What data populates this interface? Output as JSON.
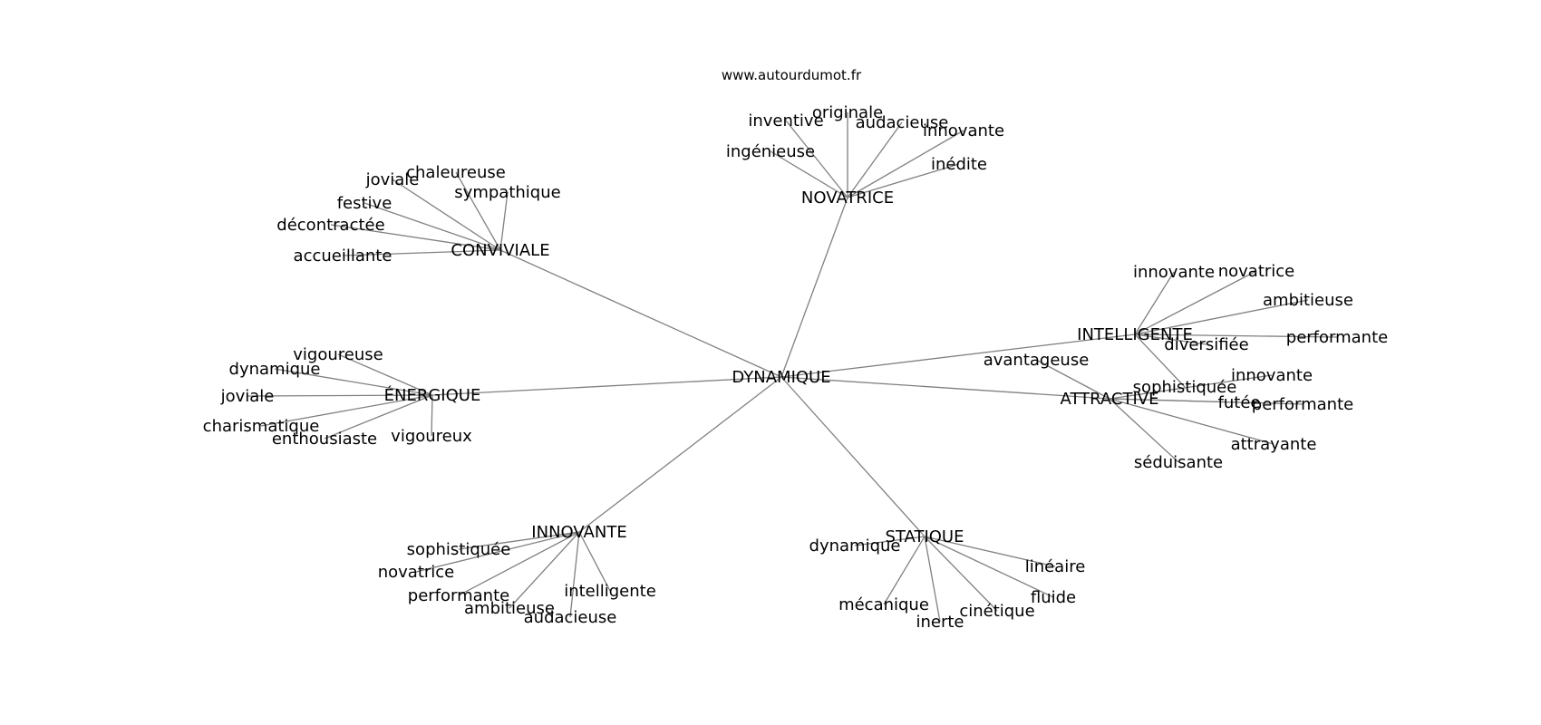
{
  "site_url": "www.autourdumot.fr",
  "colors": {
    "edge": "#808080",
    "text": "#000000",
    "background": "#ffffff"
  },
  "center": "DYNAMIQUE",
  "clusters": [
    {
      "id": "novatrice",
      "label": "NOVATRICE",
      "words": [
        "ingénieuse",
        "inventive",
        "originale",
        "audacieuse",
        "innovante",
        "inédite"
      ]
    },
    {
      "id": "conviviale",
      "label": "CONVIVIALE",
      "words": [
        "accueillante",
        "décontractée",
        "festive",
        "joviale",
        "chaleureuse",
        "sympathique"
      ]
    },
    {
      "id": "intelligente",
      "label": "INTELLIGENTE",
      "words": [
        "innovante",
        "novatrice",
        "ambitieuse",
        "performante",
        "diversifiée",
        "sophistiquée"
      ]
    },
    {
      "id": "energique",
      "label": "ÉNERGIQUE",
      "words": [
        "vigoureuse",
        "dynamique",
        "joviale",
        "charismatique",
        "enthousiaste",
        "vigoureux"
      ]
    },
    {
      "id": "attractive",
      "label": "ATTRACTIVE",
      "words": [
        "avantageuse",
        "innovante",
        "futée",
        "performante",
        "attrayante",
        "séduisante"
      ]
    },
    {
      "id": "innovante",
      "label": "INNOVANTE",
      "words": [
        "sophistiquée",
        "novatrice",
        "performante",
        "ambitieuse",
        "audacieuse",
        "intelligente"
      ]
    },
    {
      "id": "statique",
      "label": "STATIQUE",
      "words": [
        "dynamique",
        "mécanique",
        "inerte",
        "cinétique",
        "fluide",
        "linéaire"
      ]
    }
  ]
}
